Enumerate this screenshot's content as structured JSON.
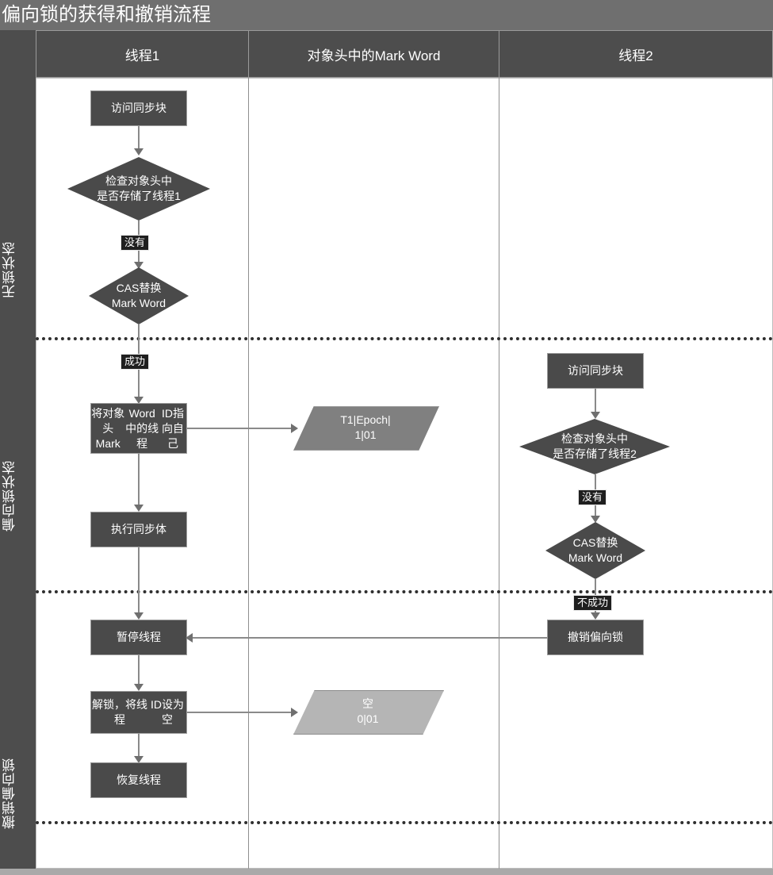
{
  "title": "偏向锁的获得和撤销流程",
  "colors": {
    "title_bar": "#6f6f6f",
    "header": "#4d4d4d",
    "shape_dark": "#4a4a4a",
    "shape_mid": "#808080",
    "shape_light": "#b5b5b5",
    "connector": "#8a8a8a",
    "label_bg": "#1f1f1f"
  },
  "columns": [
    {
      "key": "thread1",
      "label": "线程1"
    },
    {
      "key": "markword",
      "label": "对象头中的Mark Word"
    },
    {
      "key": "thread2",
      "label": "线程2"
    }
  ],
  "lanes": [
    {
      "key": "unlocked",
      "label": "无锁状态"
    },
    {
      "key": "biased",
      "label": "偏向锁状态"
    },
    {
      "key": "revoke",
      "label": "撤销偏向锁"
    }
  ],
  "nodes": {
    "t1_enter": "访问同步块",
    "t1_check": "检查对象头中\n是否存储了线程1",
    "t1_cas": "CAS替换\nMark Word",
    "t1_setid": "将对象头Mark\nWord中的线程\nID指向自己",
    "t1_exec": "执行同步体",
    "t1_pause": "暂停线程",
    "t1_unlock": "解锁，将线程\nID设为空",
    "t1_resume": "恢复线程",
    "mw_biased_l1": "T1|Epoch|",
    "mw_biased_l2": "1|01",
    "mw_empty_l1": "空",
    "mw_empty_l2": "0|01",
    "t2_enter": "访问同步块",
    "t2_check": "检查对象头中\n是否存储了线程2",
    "t2_cas": "CAS替换\nMark Word",
    "t2_revoke": "撤销偏向锁"
  },
  "edge_labels": {
    "t1_no": "没有",
    "t1_success": "成功",
    "t2_no": "没有",
    "t2_fail": "不成功"
  }
}
